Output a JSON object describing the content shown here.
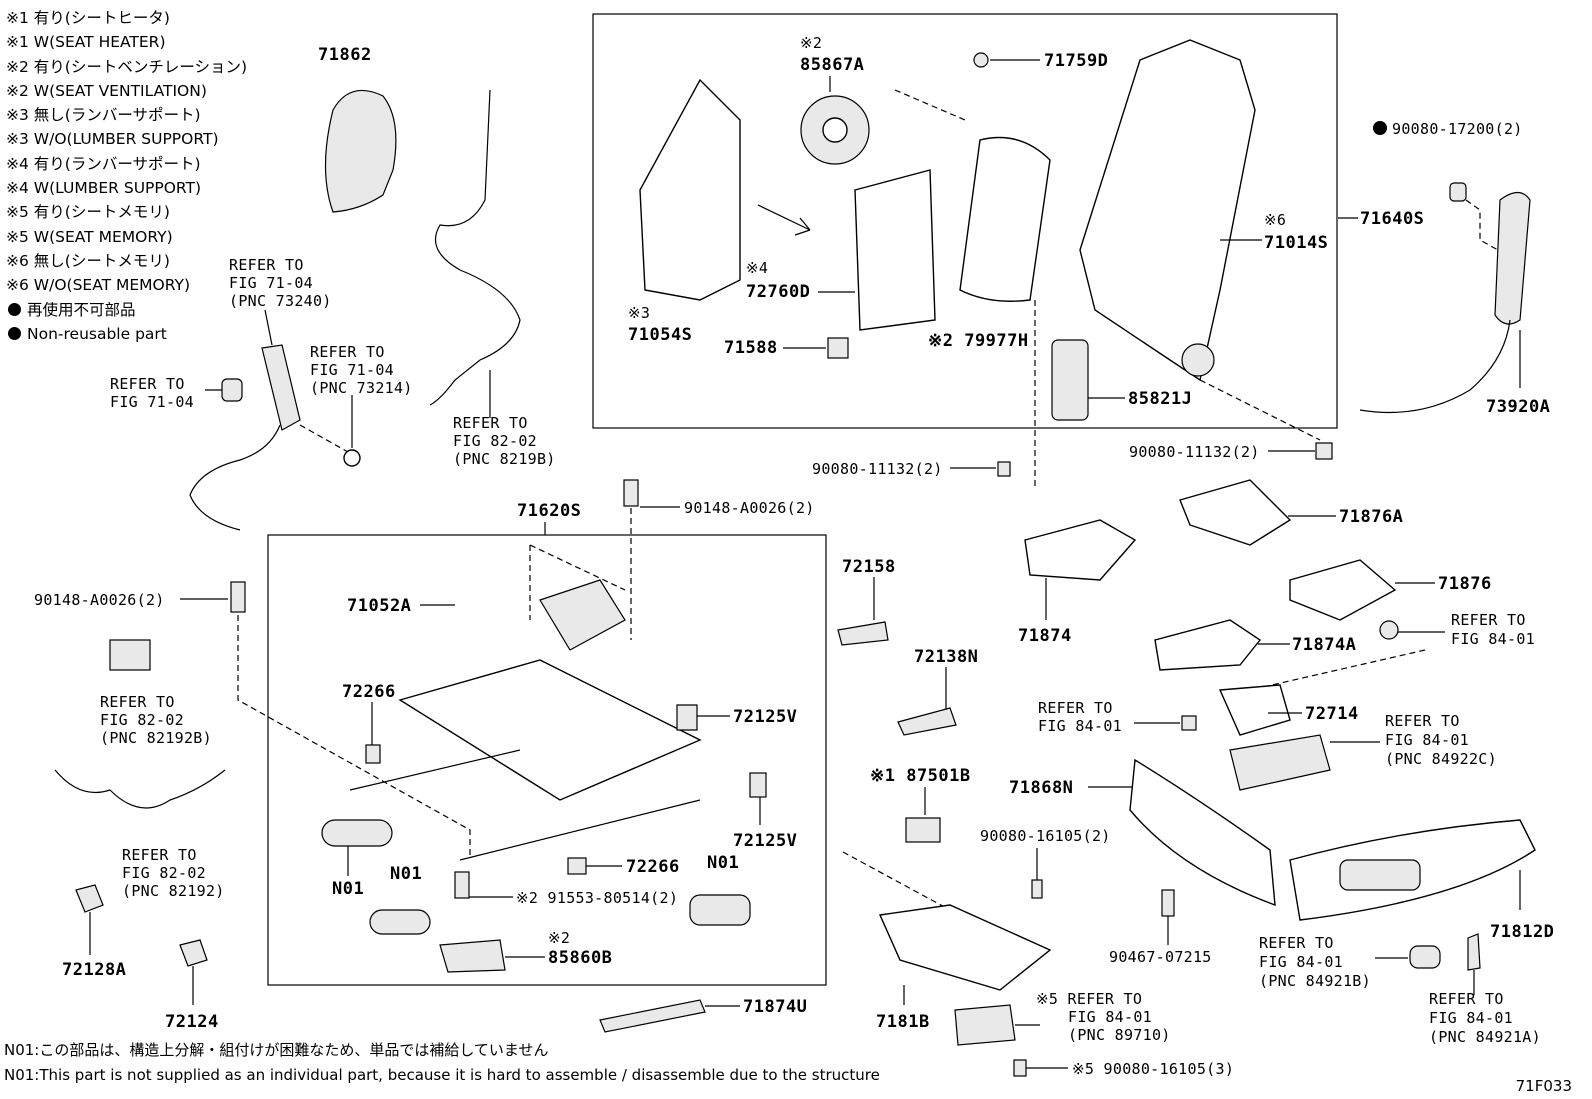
{
  "figure_code": "71F033",
  "legend": [
    "※1 有り(シートヒータ)",
    "※1 W(SEAT HEATER)",
    "※2 有り(シートベンチレーション)",
    "※2 W(SEAT VENTILATION)",
    "※3 無し(ランバーサポート)",
    "※3 W/O(LUMBER SUPPORT)",
    "※4 有り(ランバーサポート)",
    "※4 W(LUMBER SUPPORT)",
    "※5 有り(シートメモリ)",
    "※5 W(SEAT MEMORY)",
    "※6 無し(シートメモリ)",
    "※6 W/O(SEAT MEMORY)"
  ],
  "non_reusable": [
    "再使用不可部品",
    "Non-reusable part"
  ],
  "notes": [
    "N01:この部品は、構造上分解・組付けが困難なため、単品では補給していません",
    "N01:This part is not supplied as an individual part, because it is hard to assemble / disassemble due to the structure"
  ],
  "labels": {
    "p71862": "71862",
    "ref_71_04_73240": [
      "REFER TO",
      "FIG 71-04",
      "(PNC 73240)"
    ],
    "ref_71_04_73214": [
      "REFER TO",
      "FIG 71-04",
      "(PNC 73214)"
    ],
    "ref_71_04": [
      "REFER TO",
      "FIG 71-04"
    ],
    "ref_82_02_8219B": [
      "REFER TO",
      "FIG 82-02",
      "(PNC 8219B)"
    ],
    "ref_82_02_82192B": [
      "REFER TO",
      "FIG 82-02",
      "(PNC 82192B)"
    ],
    "ref_82_02_82192": [
      "REFER TO",
      "FIG 82-02",
      "(PNC 82192)"
    ],
    "p90148a": "90148-A0026(2)",
    "p90148b": "90148-A0026(2)",
    "p72128A": "72128A",
    "p72124": "72124",
    "p71620S": "71620S",
    "p71052A": "71052A",
    "p72266a": "72266",
    "p72266b": "72266",
    "pN01a": "N01",
    "pN01b": "N01",
    "pN01c": "N01",
    "p72125Va": "72125V",
    "p72125Vb": "72125V",
    "p91553": "※2 91553-80514(2)",
    "p85860B_note": "※2",
    "p85860B": "85860B",
    "p72158": "72158",
    "p72138N": "72138N",
    "p87501B": "※1 87501B",
    "p71874U": "71874U",
    "p7181B": "7181B",
    "p90080_16105_2": "90080-16105(2)",
    "p90467": "90467-07215",
    "ref_84_01_89710": [
      "※5 REFER TO",
      "FIG 84-01",
      "(PNC 89710)"
    ],
    "p90080_16105_3": "※5 90080-16105(3)",
    "p71054S_note": "※3",
    "p71054S": "71054S",
    "p85867A_note": "※2",
    "p85867A": "85867A",
    "p71759D": "71759D",
    "p72760D_note": "※4",
    "p72760D": "72760D",
    "p71588": "71588",
    "p79977H": "※2 79977H",
    "p85821J": "85821J",
    "p71014S_note": "※6",
    "p71014S": "71014S",
    "p71640S": "71640S",
    "p90080_17200": "90080-17200(2)",
    "p73920A": "73920A",
    "p90080_11132a": "90080-11132(2)",
    "p90080_11132b": "90080-11132(2)",
    "p71876A": "71876A",
    "p71876": "71876",
    "p71874": "71874",
    "p71874A": "71874A",
    "ref_84_01_a": [
      "REFER TO",
      "FIG 84-01"
    ],
    "ref_84_01_b": [
      "REFER TO",
      "FIG 84-01"
    ],
    "p72714": "72714",
    "ref_84_01_84922C": [
      "REFER TO",
      "FIG 84-01",
      "(PNC 84922C)"
    ],
    "p71868N": "71868N",
    "p71812D": "71812D",
    "ref_84_01_84921B": [
      "REFER TO",
      "FIG 84-01",
      "(PNC 84921B)"
    ],
    "ref_84_01_84921A": [
      "REFER TO",
      "FIG 84-01",
      "(PNC 84921A)"
    ]
  }
}
